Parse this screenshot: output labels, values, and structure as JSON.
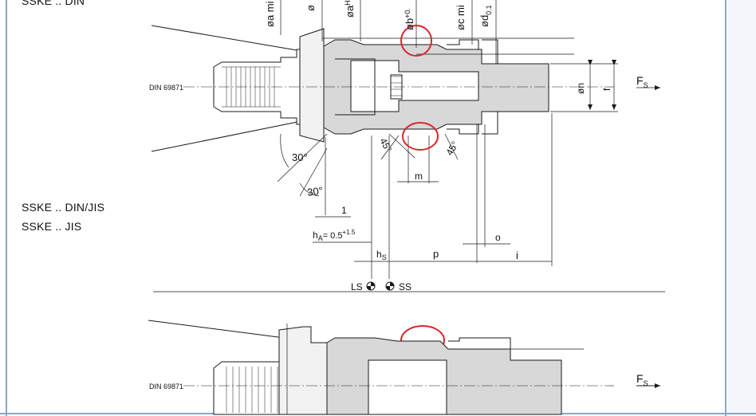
{
  "labels": {
    "top_title": "SSKE .. DIN",
    "group_line1": "SSKE .. DIN/JIS",
    "group_line2": "SSKE .. JIS"
  },
  "drawing": {
    "din_label": "DIN 69871",
    "force": "F",
    "force_sub": "S",
    "angle_30_a": "30°",
    "angle_30_b": "30°",
    "angle_45_left": "45°",
    "angle_45_right": "45°",
    "dim_1": "1",
    "dim_hA_main": "h",
    "dim_hA_sub": "A",
    "dim_hA_value": "= 0.5",
    "dim_hA_tol": "+1.5",
    "dim_hs_main": "h",
    "dim_hs_sub": "S",
    "dim_p": "p",
    "dim_i": "i",
    "dim_o": "o",
    "dim_m": "m",
    "dim_f": "f",
    "dim_dn": "øn",
    "top_a": "øa mi",
    "top_aH": "øa",
    "top_aH_sup": "H",
    "top_b": "øb",
    "top_b_sup": "+0.",
    "top_c": "øc mi",
    "top_d": "ød",
    "top_d_sub": "0.1",
    "top_partial": "ø",
    "ls": "LS",
    "ss": "SS"
  },
  "colors": {
    "frame_blue": "#8aa6c8",
    "highlight_red": "#d9262c",
    "part_grey": "#d8d8d8",
    "line": "#1a1a1a"
  }
}
